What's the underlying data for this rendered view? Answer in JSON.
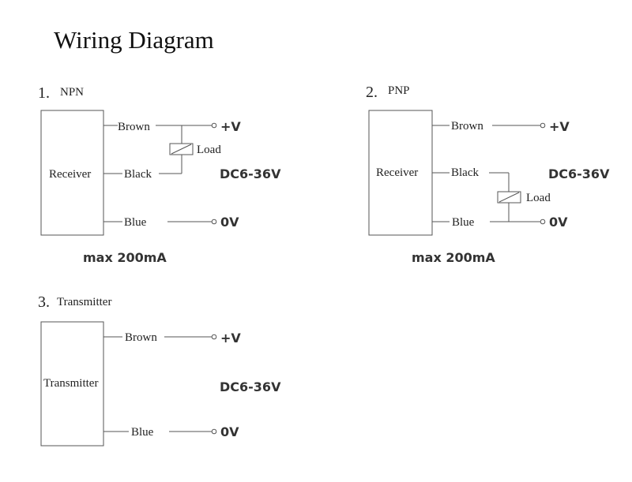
{
  "title": "Wiring Diagram",
  "diagrams": [
    {
      "number": "1.",
      "type": "NPN",
      "device": "Receiver",
      "wires": {
        "brown": "Brown",
        "black": "Black",
        "blue": "Blue"
      },
      "load": "Load",
      "plus": "+V",
      "zero": "0V",
      "voltage": "DC6-36V",
      "current": "max 200mA"
    },
    {
      "number": "2.",
      "type": "PNP",
      "device": "Receiver",
      "wires": {
        "brown": "Brown",
        "black": "Black",
        "blue": "Blue"
      },
      "load": "Load",
      "plus": "+V",
      "zero": "0V",
      "voltage": "DC6-36V",
      "current": "max 200mA"
    },
    {
      "number": "3.",
      "type": "Transmitter",
      "device": "Transmitter",
      "wires": {
        "brown": "Brown",
        "blue": "Blue"
      },
      "plus": "+V",
      "zero": "0V",
      "voltage": "DC6-36V"
    }
  ]
}
